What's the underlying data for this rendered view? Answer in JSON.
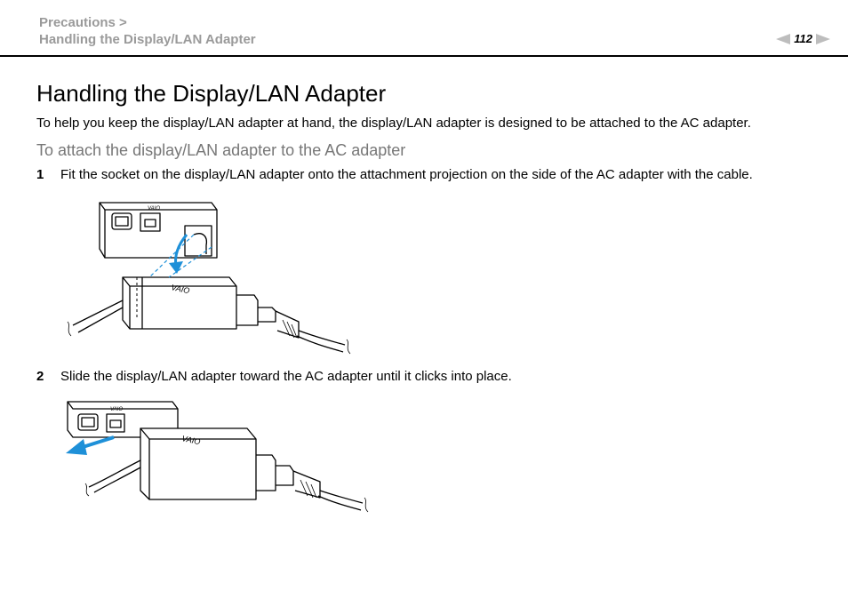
{
  "header": {
    "breadcrumb_parent": "Precautions >",
    "breadcrumb_current": "Handling the Display/LAN Adapter",
    "page_number": "112"
  },
  "main": {
    "title": "Handling the Display/LAN Adapter",
    "intro": "To help you keep the display/LAN adapter at hand, the display/LAN adapter is designed to be attached to the AC adapter.",
    "subheading": "To attach the display/LAN adapter to the AC adapter",
    "steps": [
      {
        "number": "1",
        "text": "Fit the socket on the display/LAN adapter onto the attachment projection on the side of the AC adapter with the cable."
      },
      {
        "number": "2",
        "text": "Slide the display/LAN adapter toward the AC adapter until it clicks into place."
      }
    ],
    "logo_text": "VAIO"
  },
  "colors": {
    "arrow": "#1e90d8",
    "rule": "#000000",
    "breadcrumb": "#9a9a9a",
    "subheading": "#777777"
  }
}
